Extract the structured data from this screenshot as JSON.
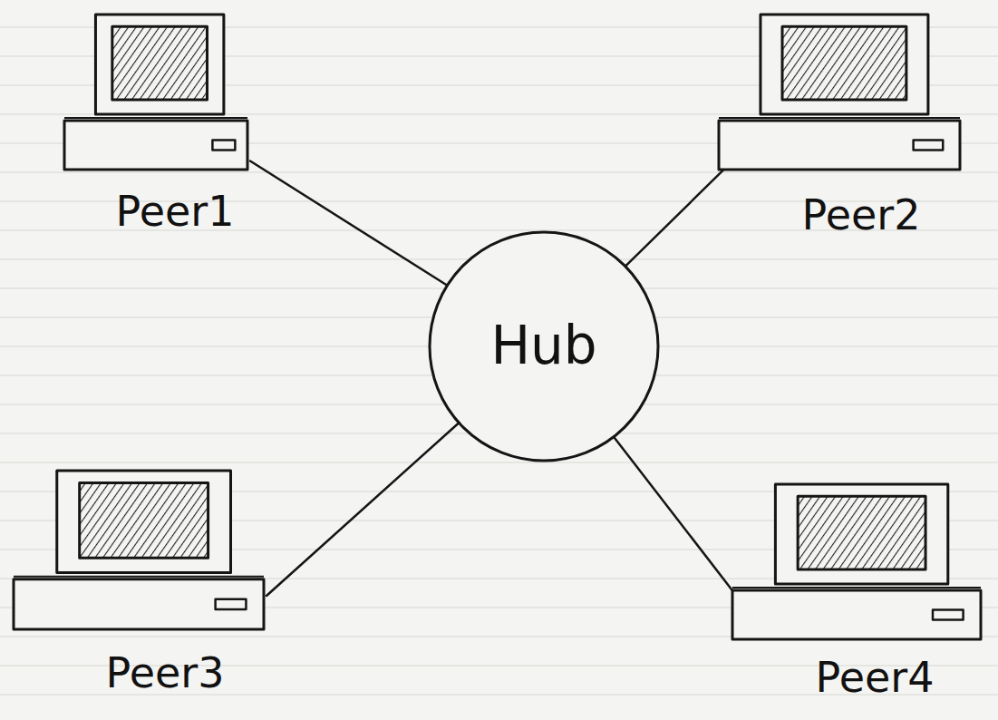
{
  "diagram": {
    "nodes": [
      {
        "text": [
          "Peer1"
        ]
      },
      {
        "text": [
          "Peer2"
        ]
      },
      {
        "text": [
          "Hub"
        ]
      },
      {
        "text": [
          "Peer3"
        ]
      },
      {
        "text": [
          "Peer4"
        ]
      }
    ],
    "edges": [
      {
        "from": 0,
        "to": 2,
        "arrow": "none"
      },
      {
        "from": 1,
        "to": 2,
        "arrow": "none"
      },
      {
        "from": 3,
        "to": 2,
        "arrow": "none"
      },
      {
        "from": 4,
        "to": 2,
        "arrow": "none"
      }
    ]
  }
}
